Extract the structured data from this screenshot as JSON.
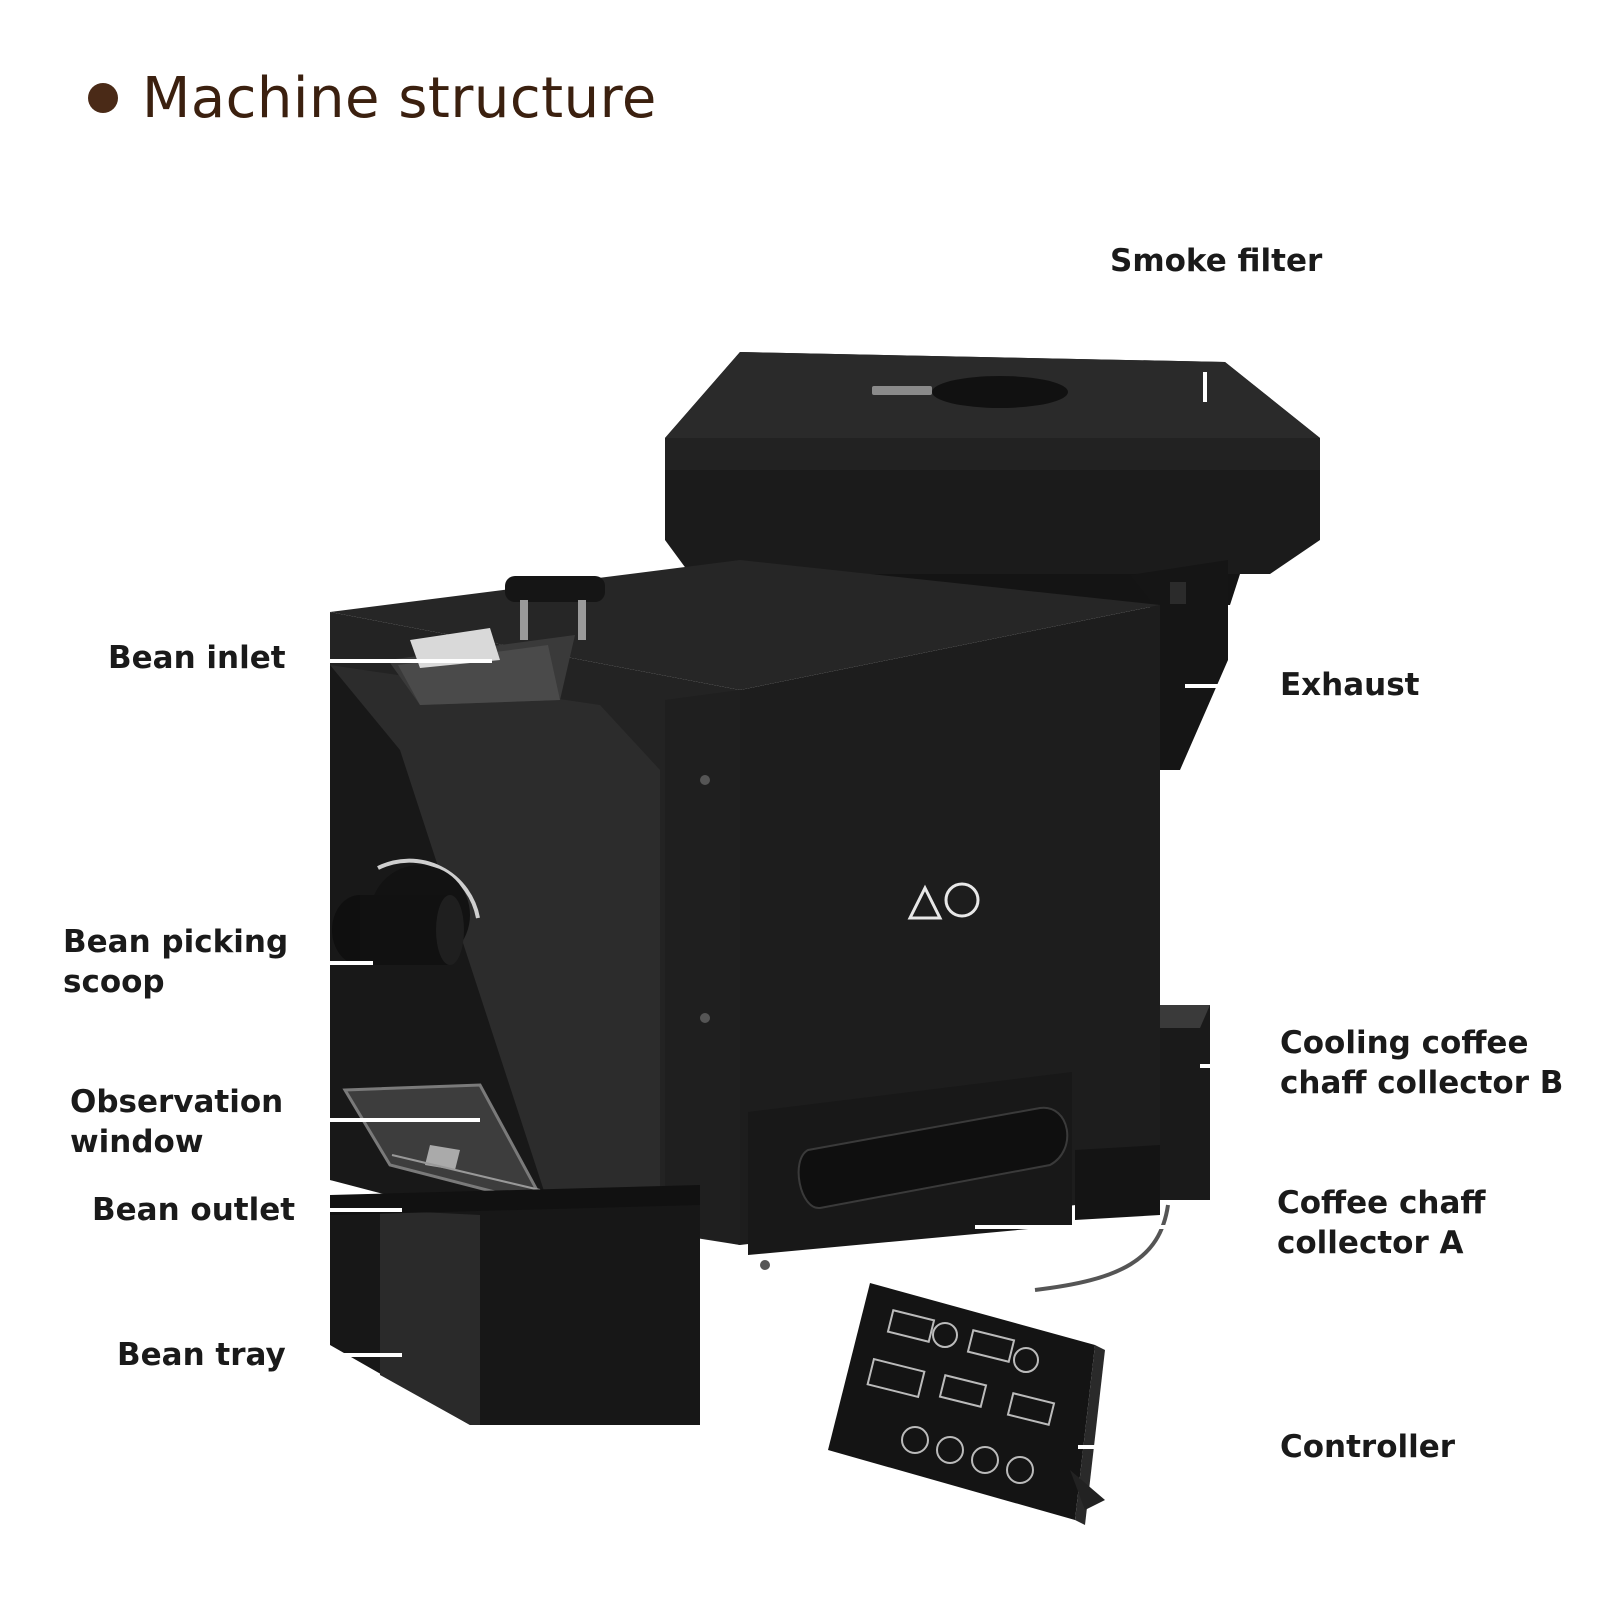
{
  "header": {
    "title": "Machine structure"
  },
  "colors": {
    "heading_dot": "#4a2a17",
    "heading_text": "#3b200f",
    "machine_body": "#1c1c1c",
    "leader_line": "#ffffff"
  },
  "labels": {
    "smoke_filter": "Smoke filter",
    "bean_inlet": "Bean inlet",
    "exhaust": "Exhaust",
    "bean_picking_scoop": [
      "Bean picking",
      "scoop"
    ],
    "observation_window": [
      "Observation",
      "window"
    ],
    "bean_outlet": "Bean outlet",
    "bean_tray": "Bean tray",
    "cooling_coffee_chaff_collector_b": [
      "Cooling coffee",
      "chaff collector B"
    ],
    "coffee_chaff_collector_a": [
      "Coffee chaff",
      "collector A"
    ],
    "controller": "Controller"
  }
}
